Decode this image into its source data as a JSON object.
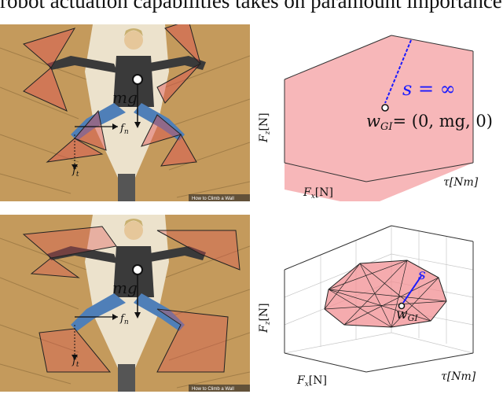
{
  "caption_text": "robot actuation capabilities takes on paramount importance.",
  "panels": {
    "photo_top": {
      "mg": "mg",
      "fn": "f",
      "fn_sub": "n",
      "ft": "f",
      "ft_sub": "t",
      "watermark": "How to Climb a Wall"
    },
    "plot_top": {
      "s_label": "s = ∞",
      "point_label": "w",
      "point_sub": "GI",
      "point_value": "= (0, mg, 0)",
      "fz": "F",
      "fz_sub": "z",
      "fz_unit": "[N]",
      "fx": "F",
      "fx_sub": "x",
      "fx_unit": "[N]",
      "tau": "τ[Nm]"
    },
    "photo_bottom": {
      "mg": "mg",
      "fn": "f",
      "fn_sub": "n",
      "ft": "f",
      "ft_sub": "t",
      "watermark": "How to Climb a Wall"
    },
    "plot_bottom": {
      "s_label": "s",
      "point_label": "w",
      "point_sub": "GI",
      "fz": "F",
      "fz_sub": "z",
      "fz_unit": "[N]",
      "fx": "F",
      "fx_sub": "x",
      "fx_unit": "[N]",
      "tau": "τ[Nm]"
    }
  },
  "colors": {
    "cone_fill": "#f7b7b9",
    "wall": "#c49a5c",
    "vector_blue": "#1a1aff"
  }
}
